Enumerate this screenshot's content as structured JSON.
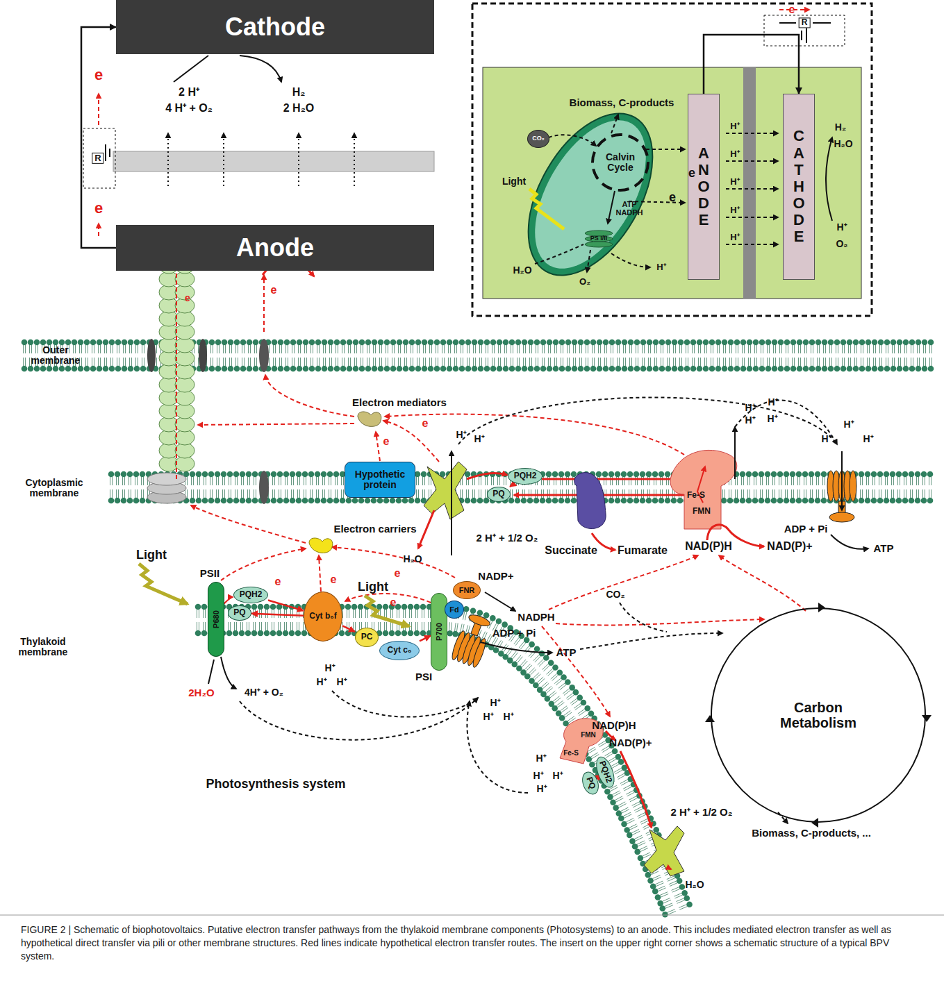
{
  "diagram": {
    "caption": "FIGURE 2 | Schematic of biophotovoltaics. Putative electron transfer pathways from the thylakoid membrane components (Photosystems) to an anode. This includes mediated electron transfer as well as hypothetical direct transfer via pili or other membrane structures. Red lines indicate hypothetical electron transfer routes. The insert on the upper right corner shows a schematic structure of a typical BPV system.",
    "nodes": [
      {
        "text": [
          "Cathode"
        ]
      },
      {
        "text": [
          "Anode"
        ]
      },
      {
        "text": [
          "Hypothetic protein"
        ]
      },
      {
        "text": [
          "PQH2"
        ]
      },
      {
        "text": [
          "PQ"
        ]
      },
      {
        "text": [
          "P680"
        ]
      },
      {
        "text": [
          "PQH2"
        ]
      },
      {
        "text": [
          "PQ"
        ]
      },
      {
        "text": [
          "Cyt b₆f"
        ]
      },
      {
        "text": [
          "PC"
        ]
      },
      {
        "text": [
          "Cyt c₆"
        ]
      },
      {
        "text": [
          "P700"
        ]
      },
      {
        "text": [
          "Fd"
        ]
      },
      {
        "text": [
          "FNR"
        ]
      },
      {
        "text": [
          "PQH2"
        ]
      },
      {
        "text": [
          "PQ"
        ]
      },
      {
        "text": [
          "Carbon Metabolism"
        ]
      },
      {
        "text": [
          "CO₂"
        ]
      },
      {
        "text": [
          "ANODE"
        ]
      },
      {
        "text": [
          "CATHODE"
        ]
      }
    ],
    "edges": [
      {
        "from": 1,
        "to": 0,
        "arrow": "to"
      },
      {
        "from": 18,
        "to": 19,
        "arrow": "to"
      },
      {
        "from": 6,
        "to": 8,
        "arrow": "to"
      },
      {
        "from": 8,
        "to": 7,
        "arrow": "to"
      },
      {
        "from": 8,
        "to": 9,
        "arrow": "to"
      },
      {
        "from": 10,
        "to": 11,
        "arrow": "to"
      },
      {
        "from": 3,
        "to": 4,
        "arrow": "to"
      },
      {
        "from": 14,
        "to": 15,
        "arrow": "to"
      }
    ],
    "labels": [
      "2 H⁺",
      "4 H⁺ + O₂",
      "H₂",
      "2 H₂O",
      "R",
      "e",
      "e",
      "Outer membrane",
      "Cytoplasmic membrane",
      "Thylakoid membrane",
      "Electron mediators",
      "Electron carriers",
      "e",
      "e",
      "e",
      "e",
      "H⁺",
      "H⁺",
      "H₂O",
      "2 H⁺ + 1/2 O₂",
      "Succinate",
      "Fumarate",
      "Fe-S",
      "FMN",
      "H⁺",
      "H⁺",
      "H⁺",
      "H⁺",
      "H⁺",
      "H⁺",
      "H⁺",
      "ADP + Pi",
      "ATP",
      "NAD(P)H",
      "NAD(P)+",
      "Light",
      "PSII",
      "e",
      "e",
      "Light",
      "e",
      "e",
      "NADP+",
      "NADPH",
      "CO₂",
      "ADP + Pi",
      "ATP",
      "2H₂O",
      "4H⁺ + O₂",
      "H⁺",
      "H⁺",
      "H⁺",
      "PSI",
      "H⁺",
      "H⁺",
      "H⁺",
      "NAD(P)H",
      "NAD(P)+",
      "FMN",
      "Fe-S",
      "H⁺",
      "H⁺",
      "H⁺",
      "H⁺",
      "2 H⁺ + 1/2 O₂",
      "H₂O",
      "Photosynthesis system",
      "Biomass, C-products, ...",
      "Biomass, C-products",
      "Light",
      "Calvin Cycle",
      "ATP NADPH",
      "PS I/II",
      "H₂O",
      "O₂",
      "H⁺",
      "e",
      "e",
      "H⁺",
      "H⁺",
      "H⁺",
      "H⁺",
      "H⁺",
      "H₂",
      "H₂O",
      "H⁺",
      "O₂",
      "R",
      "e"
    ]
  }
}
